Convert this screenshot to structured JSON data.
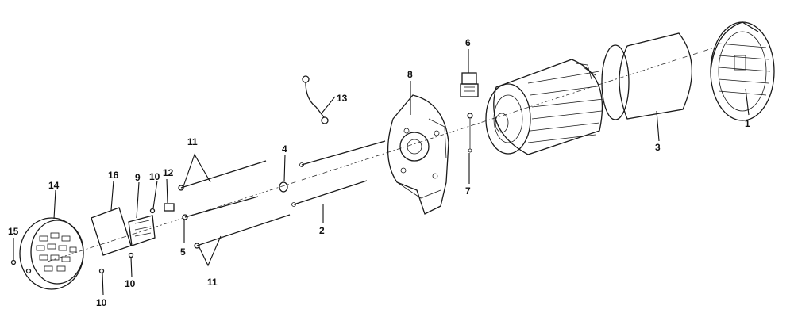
{
  "diagram": {
    "background_color": "#ffffff",
    "ink_color": "#111111",
    "callouts": [
      {
        "id": "c1",
        "label": "1"
      },
      {
        "id": "c2",
        "label": "2"
      },
      {
        "id": "c3",
        "label": "3"
      },
      {
        "id": "c4",
        "label": "4"
      },
      {
        "id": "c5",
        "label": "5"
      },
      {
        "id": "c6",
        "label": "6"
      },
      {
        "id": "c7",
        "label": "7"
      },
      {
        "id": "c8",
        "label": "8"
      },
      {
        "id": "c9",
        "label": "9"
      },
      {
        "id": "c10a",
        "label": "10"
      },
      {
        "id": "c10b",
        "label": "10"
      },
      {
        "id": "c10c",
        "label": "10"
      },
      {
        "id": "c11a",
        "label": "11"
      },
      {
        "id": "c11b",
        "label": "11"
      },
      {
        "id": "c12",
        "label": "12"
      },
      {
        "id": "c13",
        "label": "13"
      },
      {
        "id": "c14",
        "label": "14"
      },
      {
        "id": "c15",
        "label": "15"
      },
      {
        "id": "c16",
        "label": "16"
      }
    ]
  }
}
